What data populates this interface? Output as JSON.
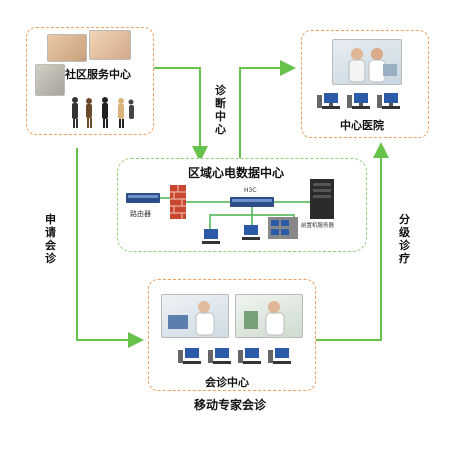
{
  "nodes": {
    "community": "社区服务中心",
    "hospital": "中心医院",
    "datacenter": "区域心电数据中心",
    "consult": "会诊中心",
    "mobile": "移动专家会诊"
  },
  "flows": {
    "diagnosis": "诊断中心",
    "apply": "申请会诊",
    "grading": "分级诊疗"
  },
  "devices": {
    "router": "路由器",
    "switch_brand": "H3C",
    "server": "前置机服务器"
  }
}
